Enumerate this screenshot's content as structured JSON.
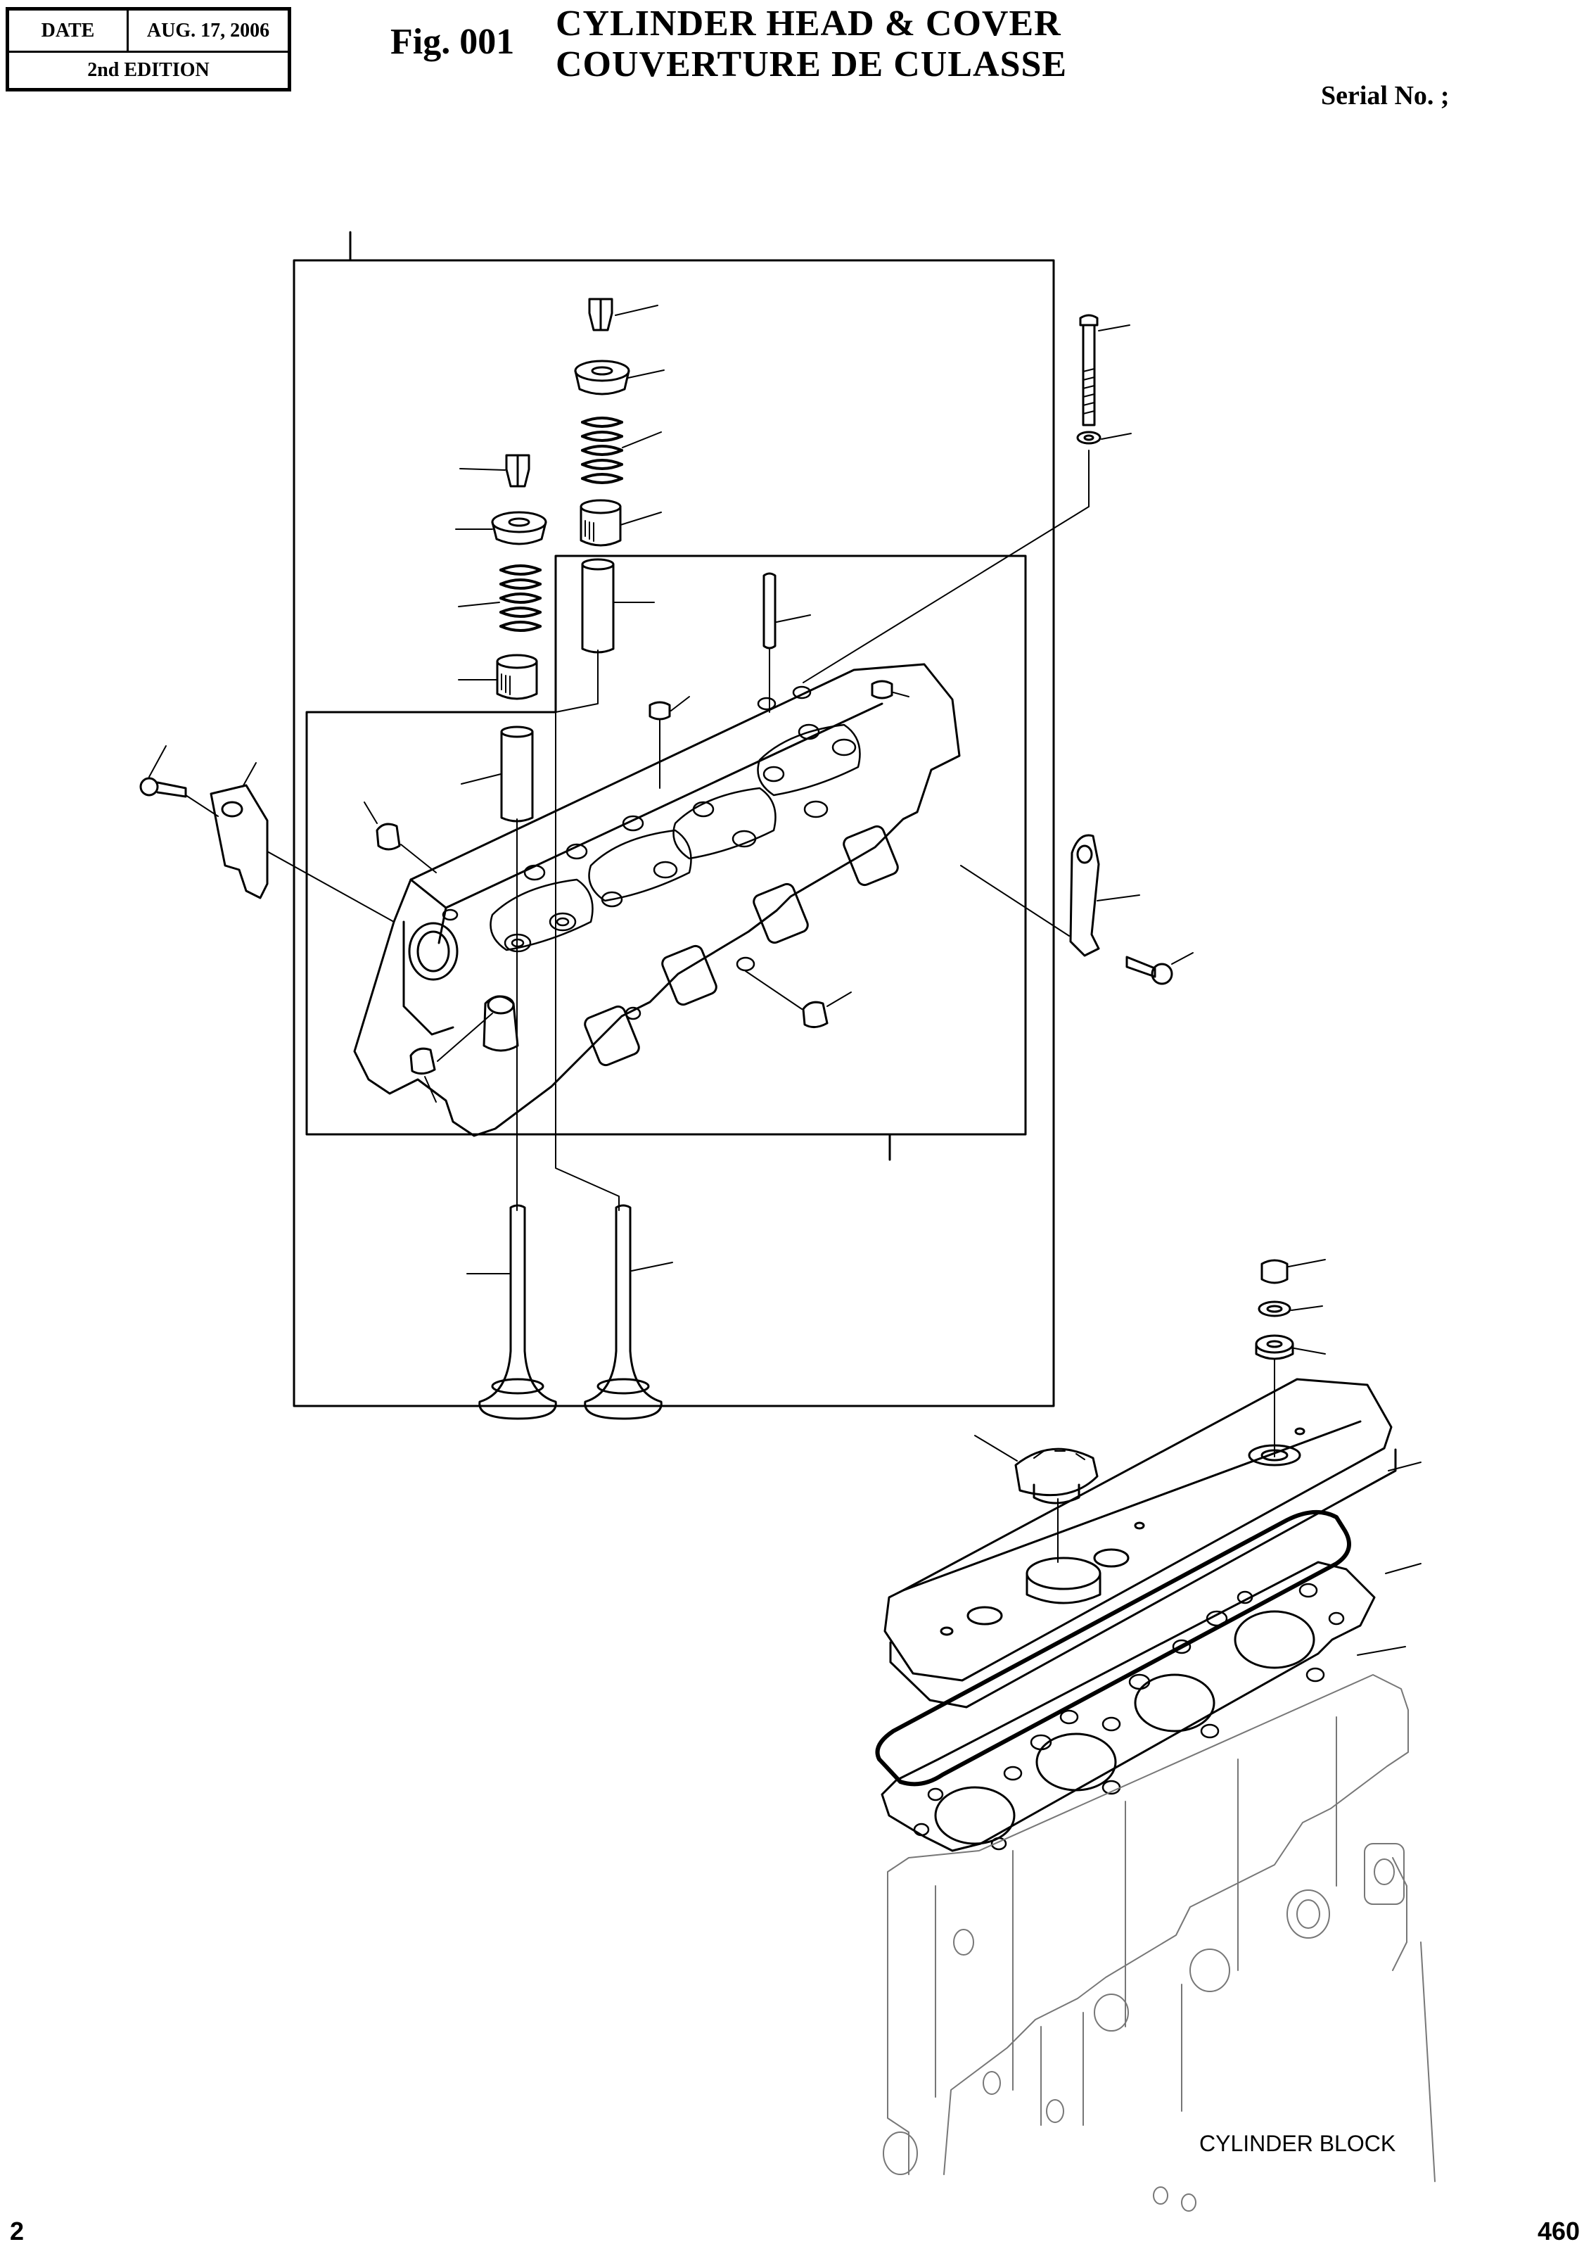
{
  "header": {
    "date_label": "DATE",
    "date_value": "AUG. 17, 2006",
    "edition": "2nd EDITION",
    "fig_number": "Fig. 001",
    "title_en": "CYLINDER HEAD & COVER",
    "title_fr": "COUVERTURE DE CULASSE",
    "serial_label": "Serial No. ;"
  },
  "diagram": {
    "cylinder_block_label": "CYLINDER BLOCK"
  },
  "footer": {
    "page_number": "2",
    "doc_number": "460"
  }
}
